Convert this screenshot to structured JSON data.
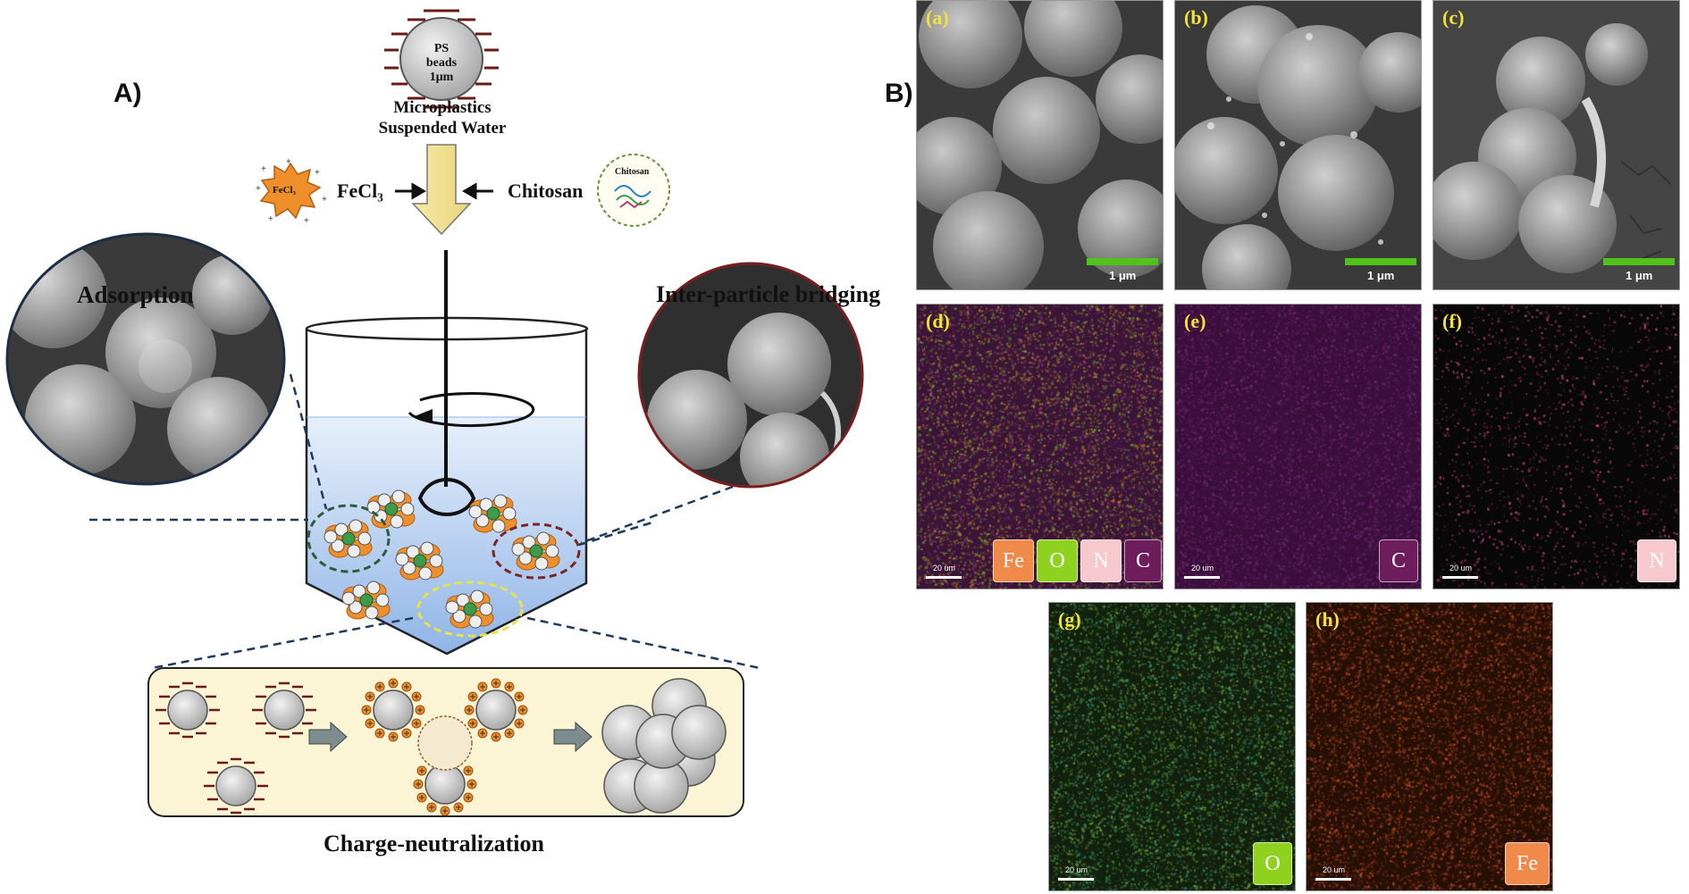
{
  "panelA": {
    "label": "A)",
    "ps_beads_line1": "PS beads",
    "ps_beads_line2": "1μm",
    "microplastics_line1": "Microplastics",
    "microplastics_line2": "Suspended Water",
    "fecl3_icon": "FeCl₃",
    "fecl3_label": "FeCl₃",
    "chitosan_label": "Chitosan",
    "chitosan_icon": "Chitosan",
    "adsorption": "Adsorption",
    "bridging": "Inter-particle bridging",
    "charge_neutralization": "Charge-neutralization"
  },
  "panelB": {
    "label": "B)",
    "sem": [
      {
        "id": "(a)",
        "scale": "1 μm"
      },
      {
        "id": "(b)",
        "scale": "1 μm"
      },
      {
        "id": "(c)",
        "scale": "1 μm"
      }
    ],
    "maps": [
      {
        "id": "(d)",
        "scale": "20 um",
        "elements": [
          "Fe",
          "O",
          "N",
          "C"
        ]
      },
      {
        "id": "(e)",
        "scale": "20 um",
        "elements": [
          "C"
        ]
      },
      {
        "id": "(f)",
        "scale": "20 um",
        "elements": [
          "N"
        ]
      },
      {
        "id": "(g)",
        "scale": "20 um",
        "elements": [
          "O"
        ]
      },
      {
        "id": "(h)",
        "scale": "20 um",
        "elements": [
          "Fe"
        ]
      }
    ],
    "element_colors": {
      "Fe": "#f08a4b",
      "O": "#8fd11f",
      "N": "#f7c9cf",
      "C": "#6e1d5c"
    }
  }
}
